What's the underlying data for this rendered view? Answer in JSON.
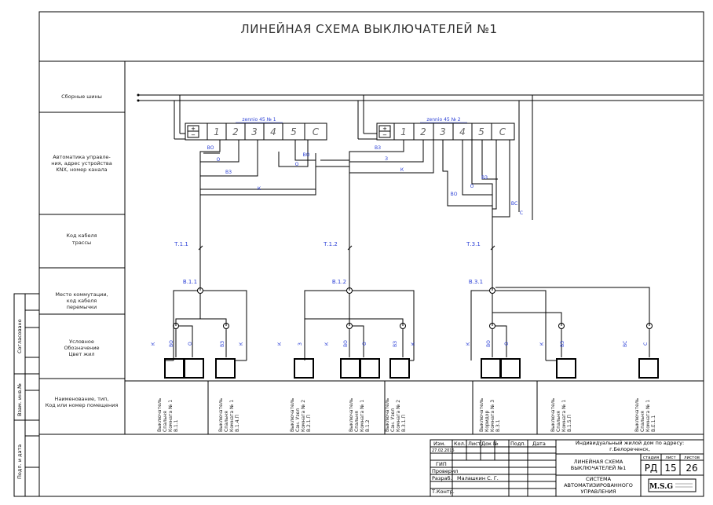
{
  "title": "ЛИНЕЙНАЯ СХЕМА ВЫКЛЮЧАТЕЛЕЙ №1",
  "rows": {
    "bus": "Сборные шины",
    "automation": [
      "Автоматика управле-",
      "ния, адрес устройства",
      "KNX, номер канала"
    ],
    "cable_code": [
      "Код кабеля",
      "трассы"
    ],
    "junction": [
      "Место коммутации,",
      "код кабеля",
      "перемычки"
    ],
    "symbol": [
      "Условное",
      "Обозначение",
      "Цвет жил"
    ],
    "naming": [
      "Наименование, тип,",
      "Код или номер помещения"
    ]
  },
  "side_labels": [
    "Согласовано",
    "Взам. инв.№",
    "Подп. и дата"
  ],
  "devices": [
    {
      "name": "zennio 45 № 1",
      "cells": [
        "1",
        "2",
        "3",
        "4",
        "5",
        "С"
      ]
    },
    {
      "name": "zennio 45 № 2",
      "cells": [
        "1",
        "2",
        "3",
        "4",
        "5",
        "С"
      ]
    }
  ],
  "wire_labels": {
    "d1": [
      "ВО",
      "О",
      "ВЗ",
      "К",
      "ВО",
      "О"
    ],
    "d2": [
      "ВЗ",
      "З",
      "К",
      "ВО",
      "О",
      "ВЗ",
      "ВС",
      "С"
    ]
  },
  "cable_codes": [
    "Т.1.1",
    "Т.1.2",
    "Т.3.1"
  ],
  "junctions": [
    "В.1.1",
    "В.1.2",
    "В.3.1"
  ],
  "core_labels": {
    "g1": [
      "К",
      "ВО",
      "О",
      "ВЗ",
      "К"
    ],
    "g2": [
      "К",
      "З",
      "К",
      "ВО",
      "О",
      "ВЗ",
      "К"
    ],
    "g3": [
      "К",
      "ВО",
      "О",
      "К",
      "ВЗ",
      "ВС",
      "С"
    ]
  },
  "switch_names": [
    [
      "Выключатель",
      "Спальня",
      "Комната № 1",
      "В.1.1"
    ],
    [
      "Выключатель",
      "Спальня",
      "Комната № 1",
      "В.1.4.П"
    ],
    [
      "Выключатель",
      "Сан. Узел",
      "Комната № 2",
      "В.2.1.П"
    ],
    [
      "Выключатель",
      "Спальня",
      "Комната № 1",
      "В.1.2"
    ],
    [
      "Выключатель",
      "Сан. Узел",
      "Комната № 2",
      "В.3.1.П"
    ],
    [
      "Выключатель",
      "Коридор",
      "Комната № 3",
      "В.3.1"
    ],
    [
      "Выключатель",
      "Спальня",
      "Комната № 1",
      "В.1.5.П"
    ],
    [
      "Выключатель",
      "Спальня",
      "Комната № 1",
      "В.Е.1.1"
    ]
  ],
  "stamp": {
    "headers": [
      "Изм.",
      "Кол.",
      "Лист",
      "Док №",
      "Подп.",
      "Дата"
    ],
    "date": "27.02.2015",
    "roles": [
      "ГИП",
      "Проверил",
      "Разраб.",
      "Т.Контр."
    ],
    "developer": "Малашкин С. Г.",
    "object": [
      "Индивидуальный жилой дом по адресу:",
      "г.Белореченск,"
    ],
    "sheet_title": [
      "ЛИНЕЙНАЯ СХЕМА",
      "ВЫКЛЮЧАТЕЛЕЙ №1"
    ],
    "col_headers": [
      "стадия",
      "лист",
      "листов"
    ],
    "stage": "РД",
    "sheet": "15",
    "sheets": "26",
    "system": [
      "СИСТЕМА",
      "АВТОМАТИЗИРОВАННОГО",
      "УПРАВЛЕНИЯ"
    ],
    "logo": "M.S.G"
  }
}
